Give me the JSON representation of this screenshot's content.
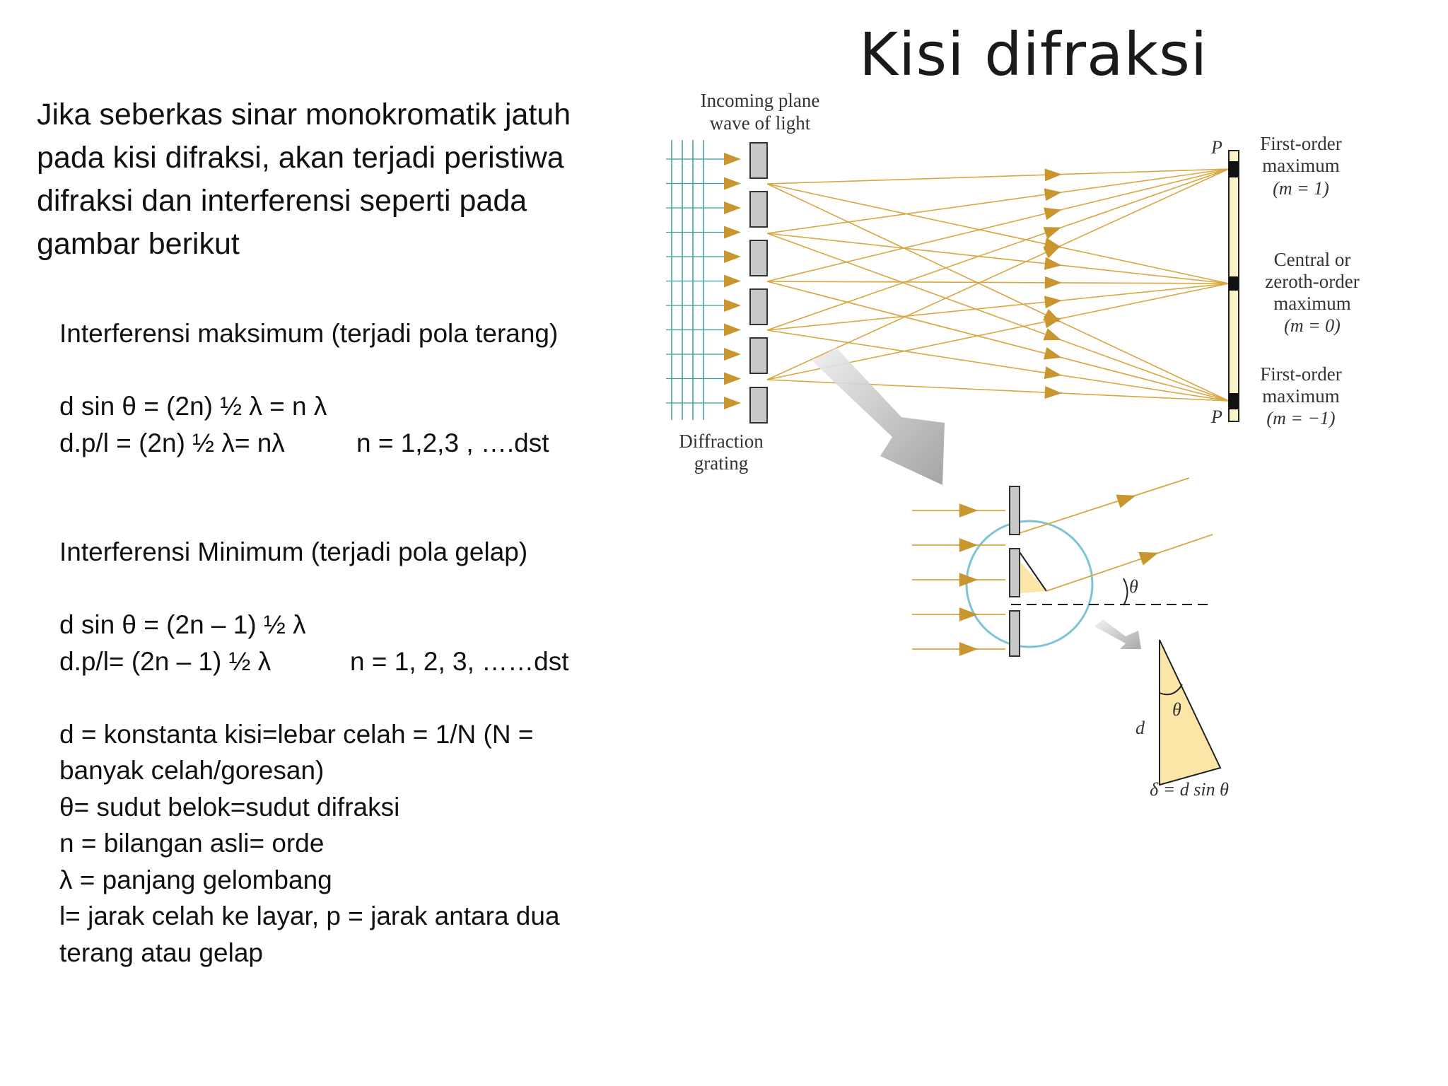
{
  "title": "Kisi difraksi",
  "intro_lines": [
    "Jika seberkas sinar monokromatik jatuh",
    "pada kisi difraksi, akan terjadi peristiwa",
    "difraksi dan interferensi seperti pada",
    "gambar berikut"
  ],
  "maximum": {
    "heading": "Interferensi maksimum (terjadi pola terang)",
    "formula1": "d sin θ = (2n) ½ λ = n λ",
    "formula2": "d.p/l  = (2n) ½ λ= nλ",
    "n_values": "n = 1,2,3 , ….dst"
  },
  "minimum": {
    "heading": "Interferensi Minimum (terjadi pola gelap)",
    "formula1": "d sin θ = (2n – 1) ½ λ",
    "formula2": "d.p/l= (2n – 1) ½ λ",
    "n_values": "n = 1, 2, 3, ……dst"
  },
  "definitions": [
    "d = konstanta kisi=lebar celah = 1/N (N =",
    "banyak celah/goresan)",
    "θ= sudut belok=sudut difraksi",
    "n = bilangan asli= orde",
    "λ = panjang gelombang",
    "l= jarak celah ke layar, p = jarak antara dua",
    "terang atau gelap"
  ],
  "diagram": {
    "incoming_label": [
      "Incoming plane",
      "wave of light"
    ],
    "grating_label": [
      "Diffraction",
      "grating"
    ],
    "p_label": "P",
    "first_order_top": [
      "First-order",
      "maximum",
      "(m = 1)"
    ],
    "central": [
      "Central or",
      "zeroth-order",
      "maximum",
      "(m = 0)"
    ],
    "first_order_bottom": [
      "First-order",
      "maximum",
      "(m = −1)"
    ],
    "theta": "θ",
    "d_label": "d",
    "delta_label": "δ = d sin θ"
  },
  "colors": {
    "ray": "#d9a640",
    "arrow": "#c8952e",
    "slit_fill": "#c8c8c8",
    "screen_fill": "#fbf2c8",
    "wavefront": "#3b9c9c",
    "circle": "#7fc4d6",
    "triangle_fill": "#fbe6a8"
  }
}
